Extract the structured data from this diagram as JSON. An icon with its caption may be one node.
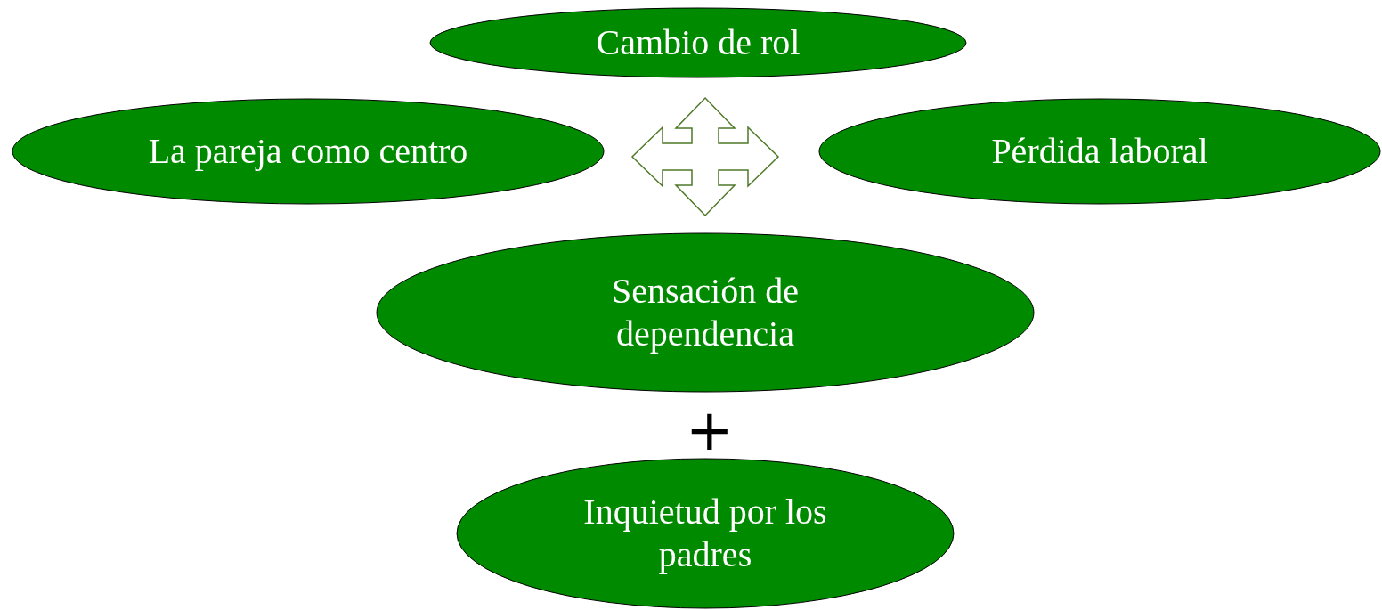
{
  "diagram": {
    "nodes": [
      {
        "text": [
          "Cambio de rol"
        ]
      },
      {
        "text": [
          "La pareja como centro"
        ]
      },
      {
        "text": [
          "Pérdida laboral"
        ]
      },
      {
        "text": [
          "Sensación de dependencia"
        ]
      },
      {
        "text": [
          "Inquietud por los padres"
        ]
      }
    ],
    "edges": [
      {
        "from": 0,
        "to": 3,
        "arrow": "both"
      },
      {
        "from": 1,
        "to": 2,
        "arrow": "both"
      }
    ],
    "labels": [
      "+"
    ]
  }
}
